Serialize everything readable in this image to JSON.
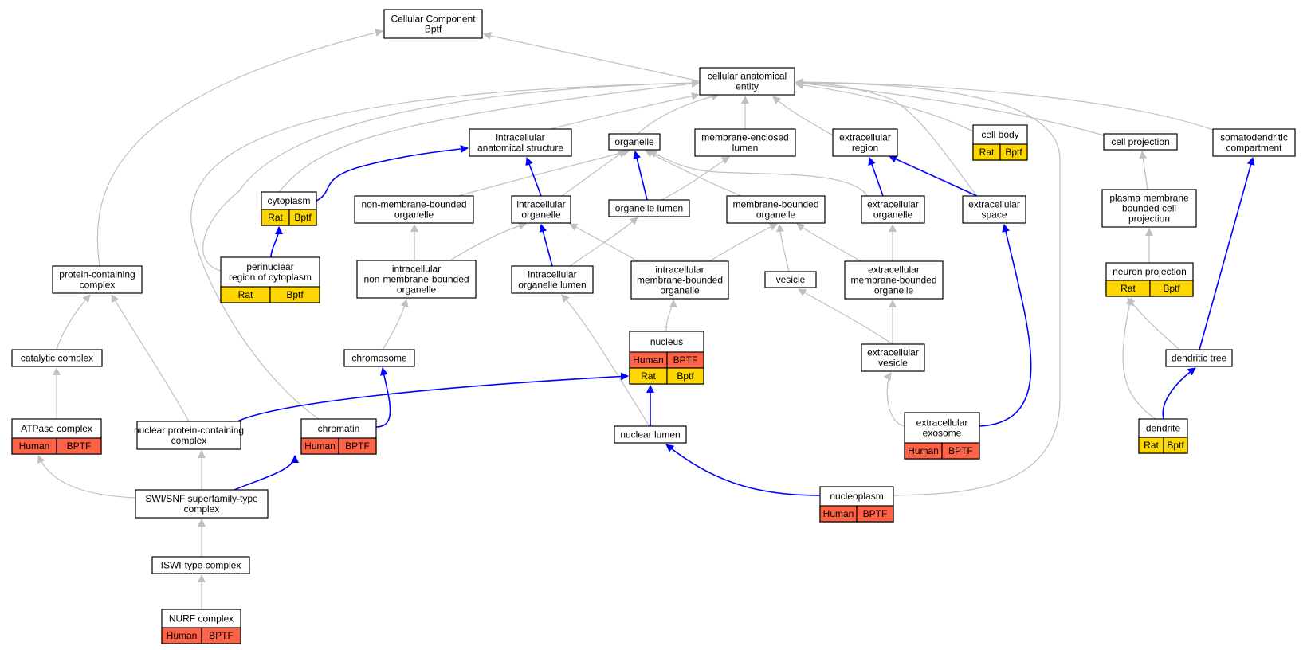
{
  "colors": {
    "edge_gray": "#c0c0c0",
    "edge_blue": "#0000ff",
    "human": "#ff6347",
    "rat": "#ffd700",
    "node_border": "#000000",
    "node_fill": "#ffffff"
  },
  "nodes": [
    {
      "id": "cc",
      "lines": [
        "Cellular Component",
        "Bptf"
      ]
    },
    {
      "id": "cae",
      "lines": [
        "cellular anatomical",
        "entity"
      ]
    },
    {
      "id": "ias",
      "lines": [
        "intracellular",
        "anatomical structure"
      ]
    },
    {
      "id": "organelle",
      "lines": [
        "organelle"
      ]
    },
    {
      "id": "mel",
      "lines": [
        "membrane-enclosed",
        "lumen"
      ]
    },
    {
      "id": "exreg",
      "lines": [
        "extracellular",
        "region"
      ]
    },
    {
      "id": "cellbody",
      "lines": [
        "cell body"
      ],
      "rows": [
        [
          "Rat",
          "Bptf"
        ]
      ]
    },
    {
      "id": "cellproj",
      "lines": [
        "cell projection"
      ]
    },
    {
      "id": "somato",
      "lines": [
        "somatodendritic",
        "compartment"
      ]
    },
    {
      "id": "cytoplasm",
      "lines": [
        "cytoplasm"
      ],
      "rows": [
        [
          "Rat",
          "Bptf"
        ]
      ]
    },
    {
      "id": "nmbo",
      "lines": [
        "non-membrane-bounded",
        "organelle"
      ]
    },
    {
      "id": "io",
      "lines": [
        "intracellular",
        "organelle"
      ]
    },
    {
      "id": "olumen",
      "lines": [
        "organelle lumen"
      ]
    },
    {
      "id": "mbo",
      "lines": [
        "membrane-bounded",
        "organelle"
      ]
    },
    {
      "id": "exorg",
      "lines": [
        "extracellular",
        "organelle"
      ]
    },
    {
      "id": "exspace",
      "lines": [
        "extracellular",
        "space"
      ]
    },
    {
      "id": "pmbcp",
      "lines": [
        "plasma membrane",
        "bounded cell",
        "projection"
      ]
    },
    {
      "id": "pcc",
      "lines": [
        "protein-containing",
        "complex"
      ]
    },
    {
      "id": "perinuc",
      "lines": [
        "perinuclear",
        "region of cytoplasm"
      ],
      "rows": [
        [
          "Rat",
          "Bptf"
        ]
      ]
    },
    {
      "id": "inmbo",
      "lines": [
        "intracellular",
        "non-membrane-bounded",
        "organelle"
      ]
    },
    {
      "id": "iol",
      "lines": [
        "intracellular",
        "organelle lumen"
      ]
    },
    {
      "id": "imbo",
      "lines": [
        "intracellular",
        "membrane-bounded",
        "organelle"
      ]
    },
    {
      "id": "vesicle",
      "lines": [
        "vesicle"
      ]
    },
    {
      "id": "exmbo",
      "lines": [
        "extracellular",
        "membrane-bounded",
        "organelle"
      ]
    },
    {
      "id": "neuronproj",
      "lines": [
        "neuron projection"
      ],
      "rows": [
        [
          "Rat",
          "Bptf"
        ]
      ]
    },
    {
      "id": "catalytic",
      "lines": [
        "catalytic complex"
      ]
    },
    {
      "id": "chromosome",
      "lines": [
        "chromosome"
      ]
    },
    {
      "id": "nucleus",
      "lines": [
        "nucleus"
      ],
      "rows": [
        [
          "Human",
          "BPTF"
        ],
        [
          "Rat",
          "Bptf"
        ]
      ]
    },
    {
      "id": "exves",
      "lines": [
        "extracellular",
        "vesicle"
      ]
    },
    {
      "id": "dentree",
      "lines": [
        "dendritic tree"
      ]
    },
    {
      "id": "atpase",
      "lines": [
        "ATPase complex"
      ],
      "rows": [
        [
          "Human",
          "BPTF"
        ]
      ]
    },
    {
      "id": "npcc",
      "lines": [
        "nuclear protein-containing",
        "complex"
      ]
    },
    {
      "id": "chromatin",
      "lines": [
        "chromatin"
      ],
      "rows": [
        [
          "Human",
          "BPTF"
        ]
      ]
    },
    {
      "id": "nlumen",
      "lines": [
        "nuclear lumen"
      ]
    },
    {
      "id": "exosome",
      "lines": [
        "extracellular",
        "exosome"
      ],
      "rows": [
        [
          "Human",
          "BPTF"
        ]
      ]
    },
    {
      "id": "dendrite",
      "lines": [
        "dendrite"
      ],
      "rows": [
        [
          "Rat",
          "Bptf"
        ]
      ]
    },
    {
      "id": "swisnf",
      "lines": [
        "SWI/SNF superfamily-type",
        "complex"
      ]
    },
    {
      "id": "nucleoplasm",
      "lines": [
        "nucleoplasm"
      ],
      "rows": [
        [
          "Human",
          "BPTF"
        ]
      ]
    },
    {
      "id": "iswi",
      "lines": [
        "ISWI-type complex"
      ]
    },
    {
      "id": "nurf",
      "lines": [
        "NURF complex"
      ],
      "rows": [
        [
          "Human",
          "BPTF"
        ]
      ]
    }
  ]
}
